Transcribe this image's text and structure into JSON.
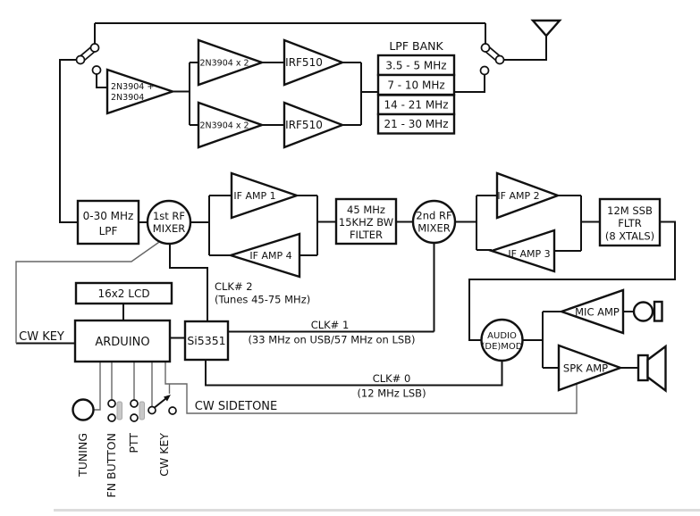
{
  "diagram": {
    "top": {
      "driver_amp": [
        "2N3904 +",
        "2N3904"
      ],
      "predriver_top": "2N3904 x 2",
      "predriver_bottom": "2N3904 x 2",
      "pa_top": "IRF510",
      "pa_bottom": "IRF510",
      "lpf_bank": {
        "title": "LPF BANK",
        "items": [
          "3.5 - 5 MHz",
          "7 - 10 MHz",
          "14 - 21 MHz",
          "21 - 30 MHz"
        ]
      }
    },
    "rf_chain": {
      "rx_lpf": [
        "0-30 MHz",
        "LPF"
      ],
      "mixer1": [
        "1st RF",
        "MIXER"
      ],
      "if_amp1": "IF AMP 1",
      "if_amp4": "IF AMP 4",
      "if_filter": [
        "45 MHz",
        "15KHZ BW",
        "FILTER"
      ],
      "mixer2": [
        "2nd RF",
        "MIXER"
      ],
      "if_amp2": "IF AMP 2",
      "if_amp3": "IF AMP 3",
      "ssb_filter": [
        "12M SSB",
        "FLTR",
        "(8 XTALS)"
      ]
    },
    "control": {
      "lcd": "16x2 LCD",
      "arduino": "ARDUINO",
      "si5351": "Si5351",
      "cw_key_input": "CW KEY",
      "clk2": [
        "CLK# 2",
        "(Tunes 45-75 MHz)"
      ],
      "clk1": [
        "CLK# 1",
        "(33 MHz on USB/57 MHz on LSB)"
      ],
      "clk0": [
        "CLK# 0",
        "(12 MHz LSB)"
      ],
      "cw_sidetone": "CW SIDETONE"
    },
    "audio": {
      "demod": [
        "AUDIO",
        "(DE)MOD"
      ],
      "mic_amp": "MIC AMP",
      "spk_amp": "SPK AMP"
    },
    "front_panel": {
      "tuning": "TUNING",
      "fn_button": "FN BUTTON",
      "ptt": "PTT",
      "cw_key": "CW KEY"
    }
  },
  "colors": {
    "wire": "#111111",
    "thin_wire": "#666666",
    "background": "#ffffff",
    "button_bar": "#c8c8c8"
  }
}
